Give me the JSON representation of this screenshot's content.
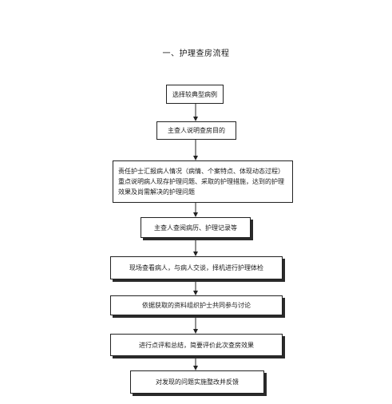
{
  "title": "一、护理查房流程",
  "steps": [
    "选择较典型病例",
    "主查人说明查房目的",
    "责任护士汇报病人情况（病情、个案特点、体现动态过程）重点说明病人现存护理问题、采取的护理措施，达到的护理效果及尚需解决的护理问题",
    "主查人查阅病历、护理记录等",
    "现场查看病人，与病人交谈，择机进行护理体检",
    "依据获取的资料组织护士共同参与讨论",
    "进行点评和总结，简要评价此次查房效果",
    "对发现的问题实施整改并反馈"
  ]
}
